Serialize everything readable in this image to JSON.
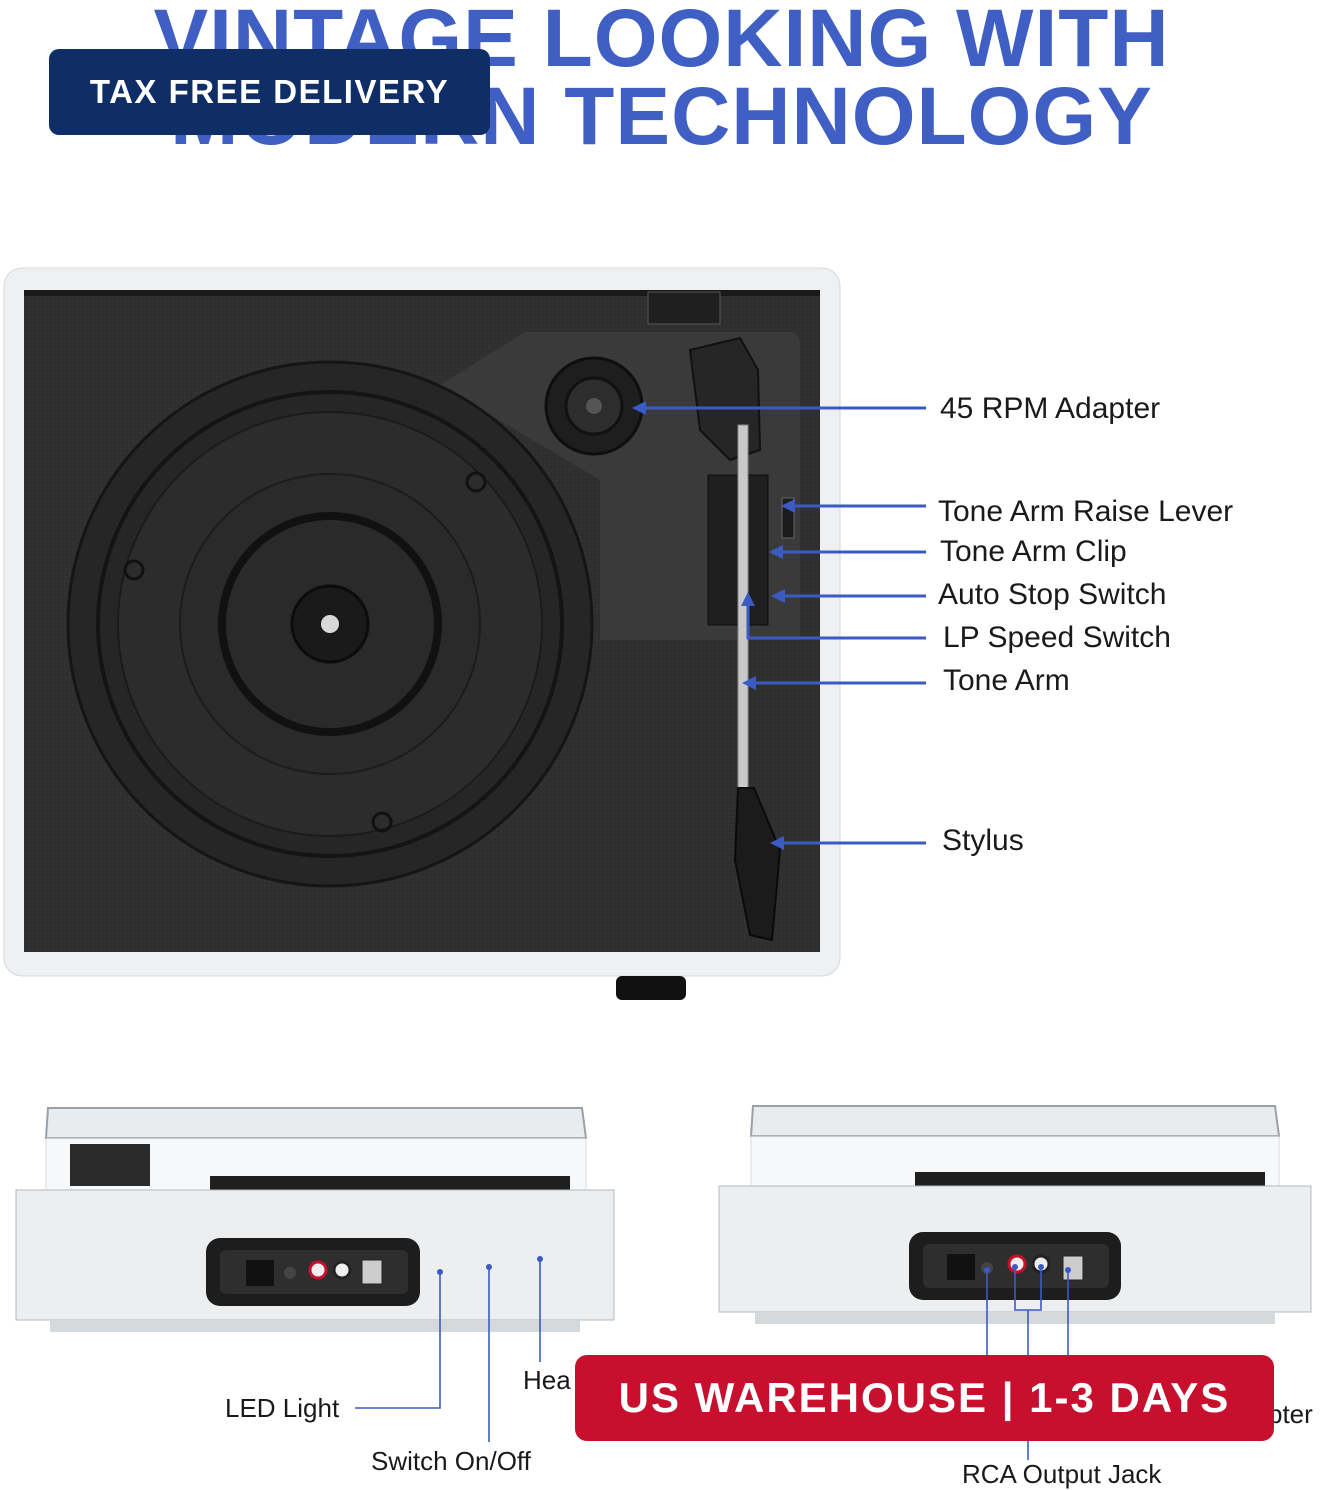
{
  "headline": {
    "line1": "VINTAGE LOOKING WITH",
    "line2": "MODERN TECHNOLOGY"
  },
  "badges": {
    "top": "TAX FREE DELIVERY",
    "bottom": "US WAREHOUSE | 1-3 DAYS"
  },
  "callouts": {
    "rpm_adapter": "45 RPM Adapter",
    "raise_lever": "Tone Arm Raise Lever",
    "arm_clip": "Tone Arm Clip",
    "auto_stop": "Auto Stop Switch",
    "speed_switch": "LP Speed Switch",
    "tone_arm": "Tone Arm",
    "stylus": "Stylus"
  },
  "rear_left": {
    "led": "LED Light",
    "switch": "Switch On/Off",
    "headphone_partial": "Hea"
  },
  "rear_right": {
    "rca": "RCA Output Jack",
    "adapter_partial": "pter"
  },
  "colors": {
    "headline": "#3f5fc4",
    "badge_top": "#0f2e66",
    "badge_bottom": "#c8102e",
    "callout_line": "#3b5bc4"
  }
}
